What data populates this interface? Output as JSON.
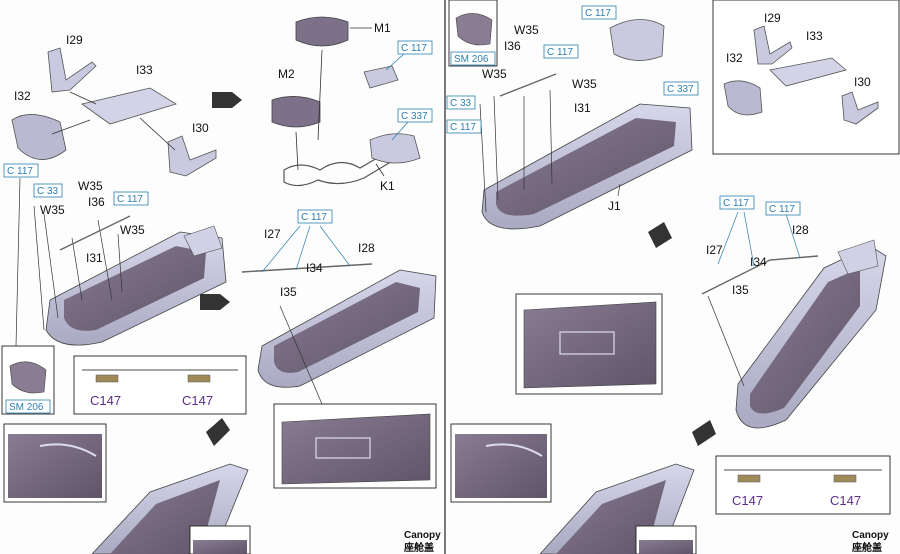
{
  "colors": {
    "part_fill": "#c9cae0",
    "part_fill_dark": "#8f8ea8",
    "interior_fill": "#7c6f86",
    "callout_blue": "#2c7fb0",
    "photoetch_purple": "#5b2e8a",
    "arrow_fill": "#333333"
  },
  "left_panel": {
    "step_a": {
      "labels": {
        "i29": "I29",
        "i33": "I33",
        "i32": "I32",
        "i30": "I30"
      }
    },
    "step_b": {
      "labels": {
        "m1": "M1",
        "m2": "M2",
        "c117": "C 117",
        "c337": "C 337",
        "k1": "K1"
      }
    },
    "step_c": {
      "labels": {
        "c117_a": "C 117",
        "c33": "C 33",
        "w35_a": "W35",
        "w35_b": "W35",
        "i36": "I36",
        "c117_b": "C 117",
        "w35_c": "W35",
        "i31": "I31",
        "sm206": "SM 206"
      },
      "detail": {
        "c147_a": "C147",
        "c147_b": "C147"
      }
    },
    "step_d": {
      "labels": {
        "c117": "C 117",
        "i27": "I27",
        "i28": "I28",
        "i34": "I34",
        "i35": "I35"
      }
    },
    "caption": {
      "en": "Canopy",
      "zh": "座舱盖"
    }
  },
  "right_panel": {
    "top": {
      "labels": {
        "sm206": "SM 206",
        "w35_a": "W35",
        "i36": "I36",
        "c117_a": "C 117",
        "w35_b": "W35",
        "w35_c": "W35",
        "c33": "C 33",
        "c117_b": "C 117",
        "i31": "I31",
        "c117_top": "C 117",
        "c337": "C 337",
        "j1": "J1"
      }
    },
    "inset": {
      "labels": {
        "i29": "I29",
        "i33": "I33",
        "i32": "I32",
        "i30": "I30"
      }
    },
    "bottom": {
      "labels": {
        "c117_a": "C 117",
        "c117_b": "C 117",
        "i27": "I27",
        "i28": "I28",
        "i34": "I34",
        "i35": "I35"
      },
      "detail": {
        "c147_a": "C147",
        "c147_b": "C147"
      }
    },
    "caption": {
      "en": "Canopy",
      "zh": "座舱盖"
    }
  }
}
